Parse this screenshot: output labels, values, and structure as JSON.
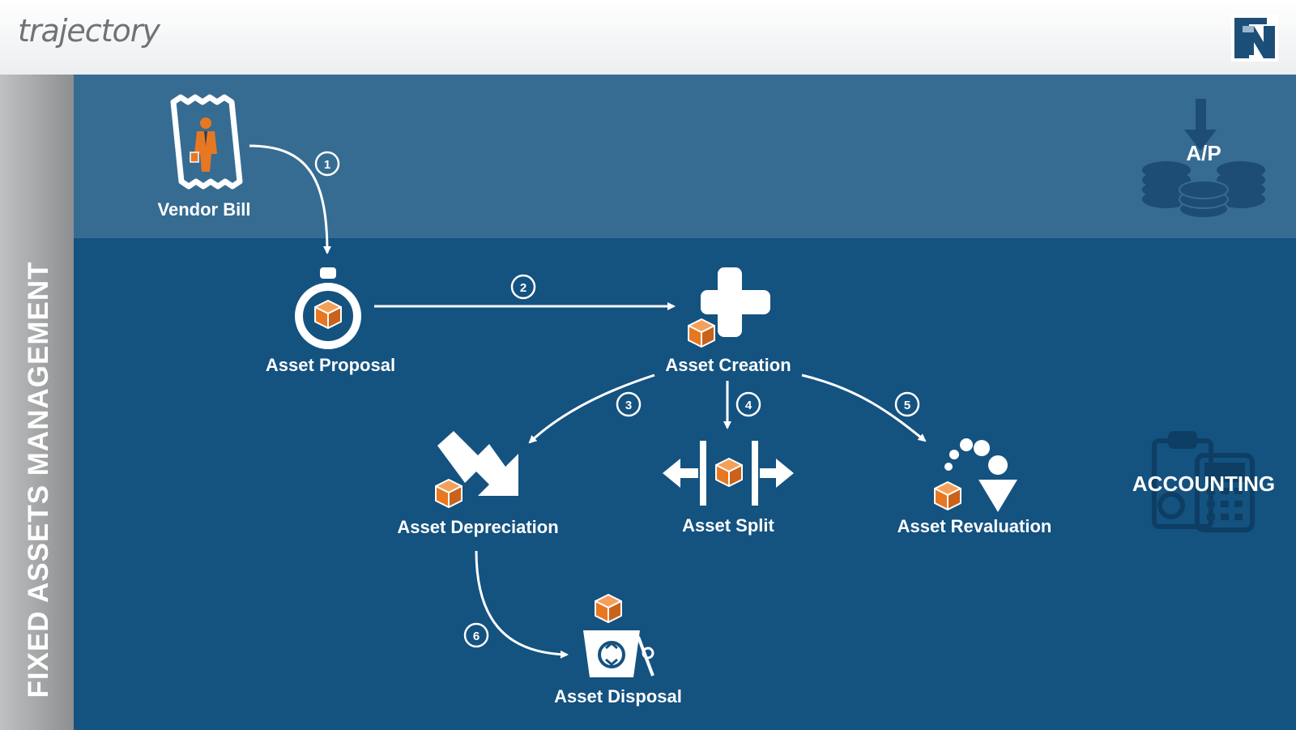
{
  "header": {
    "brand": "trajectory",
    "partner_logo": "netsuite-n-logo"
  },
  "sidebar": {
    "title": "FIXED ASSETS MANAGEMENT"
  },
  "sections": {
    "ap": "A/P",
    "accounting": "ACCOUNTING"
  },
  "nodes": {
    "vendor_bill": "Vendor Bill",
    "asset_proposal": "Asset Proposal",
    "asset_creation": "Asset Creation",
    "asset_depreciation": "Asset Depreciation",
    "asset_split": "Asset Split",
    "asset_revaluation": "Asset Revaluation",
    "asset_disposal": "Asset Disposal"
  },
  "steps": [
    "1",
    "2",
    "3",
    "4",
    "5",
    "6"
  ],
  "icons": [
    "vendor-bill-icon",
    "proposal-stopwatch-icon",
    "plus-icon",
    "depreciation-arrow-icon",
    "split-arrows-icon",
    "revaluation-dots-icon",
    "recycle-bin-icon",
    "coins-stack-icon",
    "clipboard-calculator-icon",
    "box-icon"
  ],
  "colors": {
    "top_band": "#366c92",
    "bottom_band": "#145280",
    "accent": "#e87722",
    "sidebar": "#a0a2a4"
  }
}
